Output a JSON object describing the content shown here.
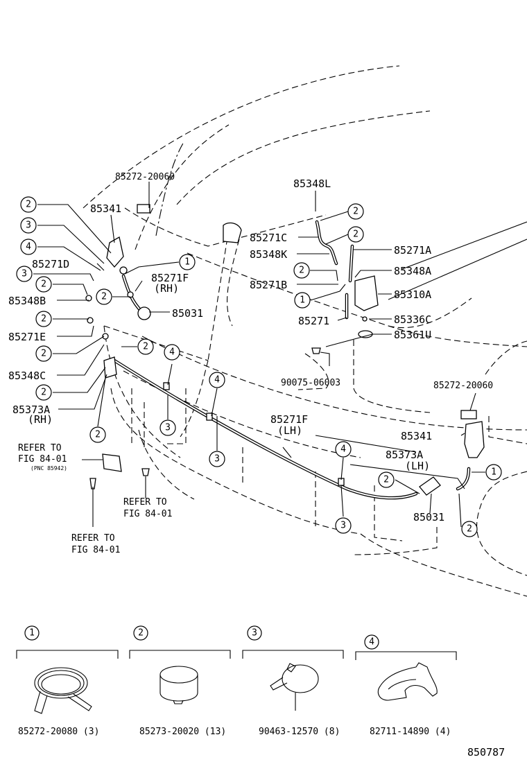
{
  "labels": {
    "p85272_20060_top": "85272-20060",
    "p85341_left": "85341",
    "p85271D": "85271D",
    "p85348B": "85348B",
    "p85271E": "85271E",
    "p85348C": "85348C",
    "p85373A_rh": "85373A",
    "p85373A_rh_side": "(RH)",
    "p85271F_rh": "85271F",
    "p85271F_rh_side": "(RH)",
    "p85031_top": "85031",
    "p85348L": "85348L",
    "p85271C": "85271C",
    "p85348K": "85348K",
    "p85271B": "85271B",
    "p85271": "85271",
    "p85271A": "85271A",
    "p85348A": "85348A",
    "p85310A": "85310A",
    "p85336C": "85336C",
    "p85361U": "85361U",
    "p90075": "90075-06003",
    "p85272_20060_right": "85272-20060",
    "p85341_right": "85341",
    "p85271F_lh": "85271F",
    "p85271F_lh_side": "(LH)",
    "p85373A_lh": "85373A",
    "p85373A_lh_side": "(LH)",
    "p85031_bottom": "85031",
    "refer1_line1": "REFER TO",
    "refer1_line2": "FIG 84-01",
    "refer1_pnc": "(PNC 85942)",
    "refer2_line1": "REFER TO",
    "refer2_line2": "FIG 84-01",
    "refer3_line1": "REFER TO",
    "refer3_line2": "FIG 84-01",
    "figure_code": "850787"
  },
  "callouts": [
    "1",
    "2",
    "3",
    "4"
  ],
  "legend": [
    {
      "index": "1",
      "part_number": "85272-20080 (3)",
      "icon": "spring-clamp-icon"
    },
    {
      "index": "2",
      "part_number": "85273-20020 (13)",
      "icon": "band-clamp-icon"
    },
    {
      "index": "3",
      "part_number": "90463-12570 (8)",
      "icon": "cable-tie-icon"
    },
    {
      "index": "4",
      "part_number": "82711-14890 (4)",
      "icon": "hose-clip-icon"
    }
  ]
}
